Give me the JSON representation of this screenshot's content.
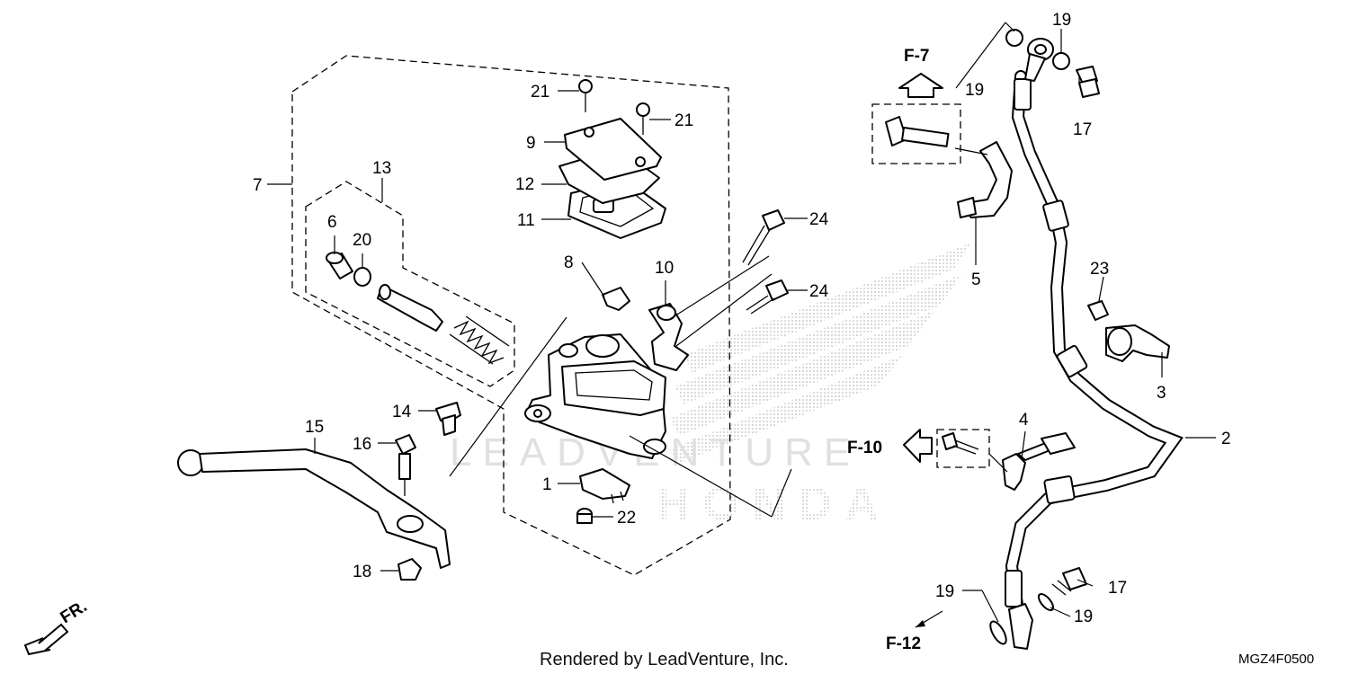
{
  "diagram": {
    "part_callouts": [
      "1",
      "2",
      "3",
      "4",
      "5",
      "6",
      "7",
      "8",
      "9",
      "10",
      "11",
      "12",
      "13",
      "14",
      "15",
      "16",
      "17",
      "18",
      "19",
      "20",
      "21",
      "22",
      "23",
      "24"
    ],
    "reference_arrows": [
      "F-7",
      "F-10",
      "F-12"
    ],
    "front_indicator": "FR.",
    "watermark_text": [
      "LEADVENTURE",
      "HONDA"
    ],
    "footer": {
      "credit": "Rendered by LeadVenture, Inc.",
      "diagram_code": "MGZ4F0500"
    }
  }
}
